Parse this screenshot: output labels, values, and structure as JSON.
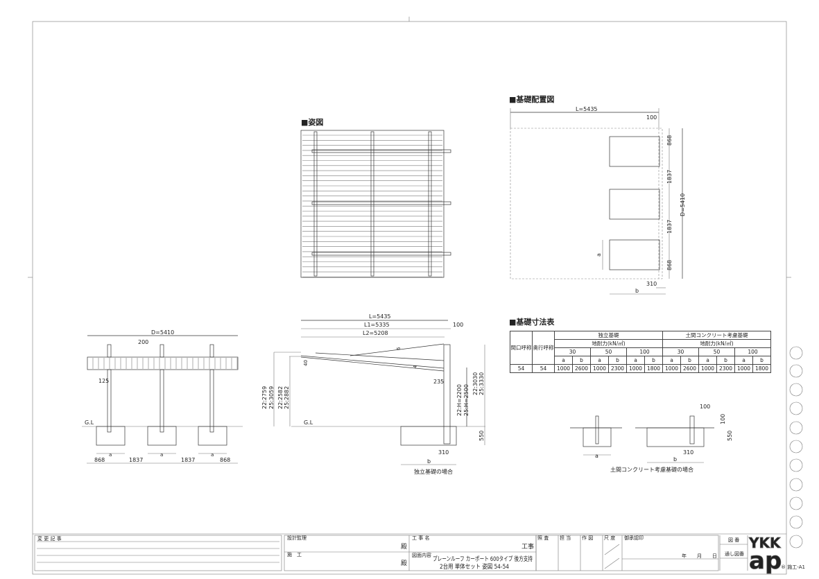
{
  "plan_view": {
    "title": "■姿図"
  },
  "foundation_layout": {
    "title": "■基礎配置図",
    "length": "L=5435",
    "depth": "D=5410",
    "offset_100": "100",
    "edge_868_top": "868",
    "span_1837_a": "1837",
    "span_1837_b": "1837",
    "edge_868_bottom": "868",
    "post_offset": "310",
    "label_a": "a",
    "label_b": "b"
  },
  "spec_table": {
    "title": "■基礎寸法表",
    "col_frontage": "間口呼称",
    "col_depth": "奥行呼称",
    "group_independent": "独立基礎",
    "group_slab": "土間コンクリート考慮基礎",
    "bearing_label": "地耐力(kN/㎡)",
    "bearing_values": [
      "30",
      "50",
      "100",
      "30",
      "50",
      "100"
    ],
    "ab_labels": [
      "a",
      "b",
      "a",
      "b",
      "a",
      "b",
      "a",
      "b",
      "a",
      "b",
      "a",
      "b"
    ],
    "row": {
      "frontage": "54",
      "depth": "54",
      "values": [
        "1000",
        "2600",
        "1000",
        "2300",
        "1000",
        "1800",
        "1000",
        "2600",
        "1000",
        "2300",
        "1000",
        "1800"
      ]
    }
  },
  "front_elevation": {
    "depth": "D=5410",
    "pitch": "200",
    "post_width": "125",
    "gl": "G.L",
    "a1": "a",
    "a2": "a",
    "a3": "a",
    "edge_left": "868",
    "span1": "1837",
    "span2": "1837",
    "edge_right": "868"
  },
  "side_elevation": {
    "L": "L=5435",
    "L1": "L1=5335",
    "L2": "L2=5208",
    "offset": "100",
    "slope_top": "6",
    "front_40": "40",
    "slope_4": "4",
    "dim_235": "235",
    "front_h1": "22:2759",
    "front_h2": "25:3059",
    "front_h3": "22:2582",
    "front_h4": "25:2882",
    "clear_h1": "22:H=2200",
    "clear_h2": "25:H=2500",
    "total_h1": "22:3030",
    "total_h2": "25:3330",
    "gl": "G.L",
    "depth_550": "550",
    "post_offset": "310",
    "label_b": "b",
    "caption": "独立基礎の場合"
  },
  "slab_detail": {
    "dim_100_top": "100",
    "dim_100_side": "100",
    "dim_550": "550",
    "label_a": "a",
    "post_offset": "310",
    "label_b": "b",
    "caption": "土間コンクリート考慮基礎の場合"
  },
  "title_block": {
    "change_log": "変 更 記 事",
    "design_supervisor": "設計監理",
    "honorific1": "殿",
    "builder": "施　工",
    "honorific2": "殿",
    "project_label": "工 事 名",
    "project_suffix": "工事",
    "drawing_label": "図面内容",
    "drawing_line1": "プレーンルーフ カーポート 600タイプ 後方支持",
    "drawing_line2": "2台用 単体セット 姿図 54-54",
    "stamps": [
      "照 査",
      "担 当",
      "作 図",
      "尺 度"
    ],
    "approval_label": "御承認印",
    "date_year": "年",
    "date_month": "月",
    "date_day": "日",
    "drawing_no": "図 番",
    "serial_no": "通し図番",
    "logo_top": "YKK",
    "logo_bottom": "ap",
    "sheet_code": "® 施工-A1"
  }
}
